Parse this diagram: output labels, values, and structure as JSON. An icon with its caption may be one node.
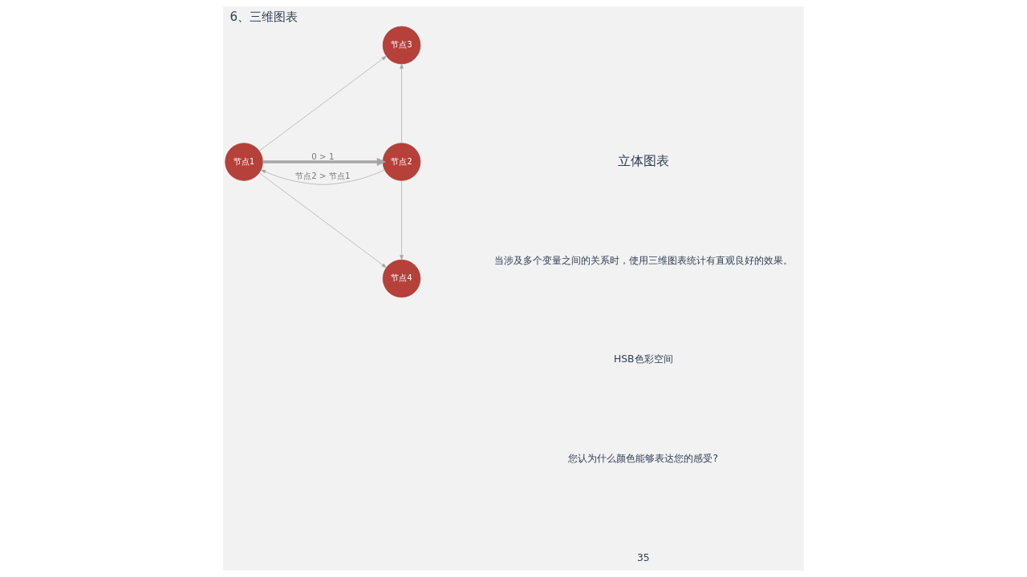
{
  "diagram": {
    "title": "6、三维图表",
    "nodes": [
      {
        "text": [
          "节点3"
        ]
      },
      {
        "text": [
          "节点1"
        ]
      },
      {
        "text": [
          "节点2"
        ]
      },
      {
        "text": [
          "节点4"
        ]
      }
    ],
    "edges": [
      {
        "from": 1,
        "to": 0,
        "arrow": "to"
      },
      {
        "from": 2,
        "to": 0,
        "arrow": "to"
      },
      {
        "from": 1,
        "to": 2,
        "arrow": "to",
        "label": "0 > 1",
        "style": "thick"
      },
      {
        "from": 2,
        "to": 1,
        "arrow": "to",
        "label": "节点2 > 节点1"
      },
      {
        "from": 1,
        "to": 3,
        "arrow": "to"
      },
      {
        "from": 2,
        "to": 3,
        "arrow": "to"
      }
    ],
    "labels": [
      "立体图表",
      "当涉及多个变量之间的关系时，使用三维图表统计有直观良好的效果。",
      "HSB色彩空间",
      "您认为什么颜色能够表达您的感受?",
      "35"
    ]
  }
}
